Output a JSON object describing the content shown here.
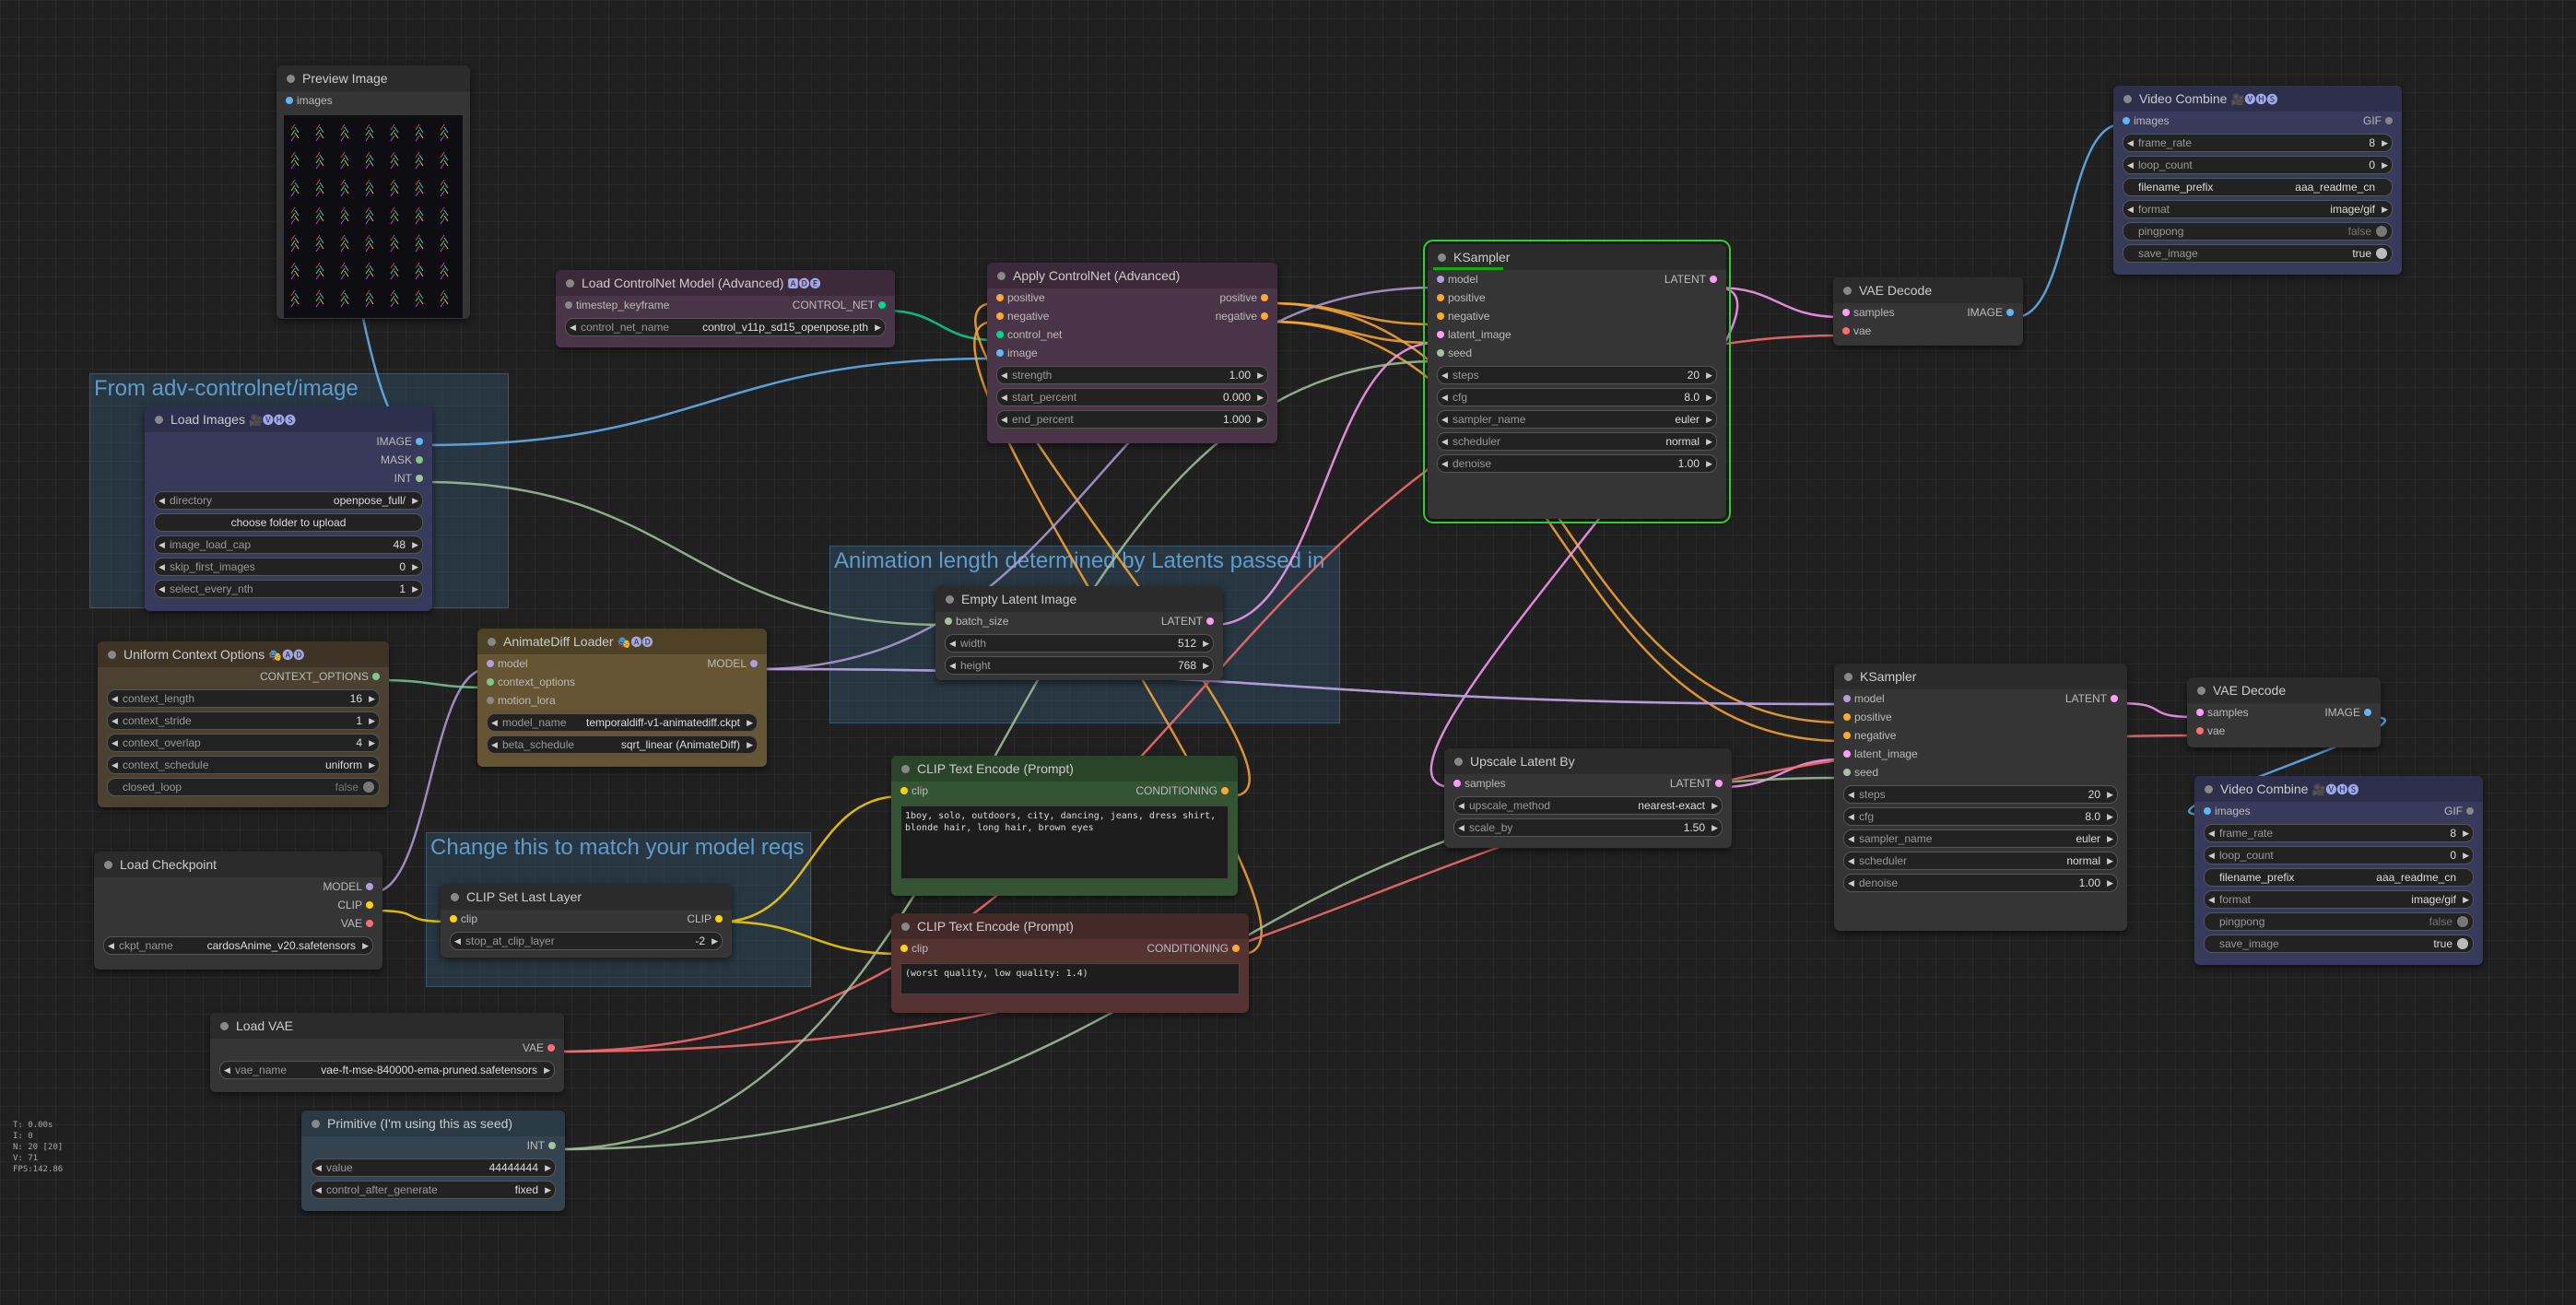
{
  "groups": [
    {
      "title": "From adv-controlnet/image"
    },
    {
      "title": "Animation length determined by Latents passed in"
    },
    {
      "title": "Change this to match your model reqs"
    }
  ],
  "nodes": {
    "preview": {
      "title": "Preview Image",
      "in": [
        "images"
      ]
    },
    "load_controlnet": {
      "title": "Load ControlNet Model (Advanced)",
      "badges": "🅰🅓🅔",
      "in": [
        "timestep_keyframe"
      ],
      "out": [
        "CONTROL_NET"
      ],
      "widgets": [
        {
          "label": "control_net_name",
          "value": "control_v11p_sd15_openpose.pth"
        }
      ]
    },
    "apply_controlnet": {
      "title": "Apply ControlNet (Advanced)",
      "in": [
        "positive",
        "negative",
        "control_net",
        "image"
      ],
      "out": [
        "positive",
        "negative"
      ],
      "widgets": [
        {
          "label": "strength",
          "value": "1.00"
        },
        {
          "label": "start_percent",
          "value": "0.000"
        },
        {
          "label": "end_percent",
          "value": "1.000"
        }
      ]
    },
    "ksampler1": {
      "title": "KSampler",
      "in": [
        "model",
        "positive",
        "negative",
        "latent_image",
        "seed"
      ],
      "out": [
        "LATENT"
      ],
      "widgets": [
        {
          "label": "steps",
          "value": "20"
        },
        {
          "label": "cfg",
          "value": "8.0"
        },
        {
          "label": "sampler_name",
          "value": "euler"
        },
        {
          "label": "scheduler",
          "value": "normal"
        },
        {
          "label": "denoise",
          "value": "1.00"
        }
      ]
    },
    "vae_decode1": {
      "title": "VAE Decode",
      "in": [
        "samples",
        "vae"
      ],
      "out": [
        "IMAGE"
      ]
    },
    "video_combine1": {
      "title": "Video Combine",
      "badges": "🎥🅥🅗🅢",
      "in": [
        "images"
      ],
      "out": [
        "GIF"
      ],
      "widgets": [
        {
          "label": "frame_rate",
          "value": "8"
        },
        {
          "label": "loop_count",
          "value": "0"
        },
        {
          "label": "filename_prefix",
          "value": "aaa_readme_cn"
        },
        {
          "label": "format",
          "value": "image/gif"
        }
      ],
      "toggles": [
        {
          "label": "pingpong",
          "value": "false"
        },
        {
          "label": "save_image",
          "value": "true"
        }
      ]
    },
    "load_images": {
      "title": "Load Images",
      "badges": "🎥🅥🅗🅢",
      "out": [
        "IMAGE",
        "MASK",
        "INT"
      ],
      "widgets": [
        {
          "label": "directory",
          "value": "openpose_full/"
        }
      ],
      "button": "choose folder to upload",
      "widgets2": [
        {
          "label": "image_load_cap",
          "value": "48"
        },
        {
          "label": "skip_first_images",
          "value": "0"
        },
        {
          "label": "select_every_nth",
          "value": "1"
        }
      ]
    },
    "uniform_context": {
      "title": "Uniform Context Options",
      "badges": "🎭🅐🅓",
      "out": [
        "CONTEXT_OPTIONS"
      ],
      "widgets": [
        {
          "label": "context_length",
          "value": "16"
        },
        {
          "label": "context_stride",
          "value": "1"
        },
        {
          "label": "context_overlap",
          "value": "4"
        },
        {
          "label": "context_schedule",
          "value": "uniform"
        }
      ],
      "toggles": [
        {
          "label": "closed_loop",
          "value": "false"
        }
      ]
    },
    "animatediff_loader": {
      "title": "AnimateDiff Loader",
      "badges": "🎭🅐🅓",
      "in": [
        "model",
        "context_options",
        "motion_lora"
      ],
      "out": [
        "MODEL"
      ],
      "widgets": [
        {
          "label": "model_name",
          "value": "temporaldiff-v1-animatediff.ckpt"
        },
        {
          "label": "beta_schedule",
          "value": "sqrt_linear (AnimateDiff)"
        }
      ]
    },
    "empty_latent": {
      "title": "Empty Latent Image",
      "in": [
        "batch_size"
      ],
      "out": [
        "LATENT"
      ],
      "widgets": [
        {
          "label": "width",
          "value": "512"
        },
        {
          "label": "height",
          "value": "768"
        }
      ]
    },
    "ksampler2": {
      "title": "KSampler",
      "in": [
        "model",
        "positive",
        "negative",
        "latent_image",
        "seed"
      ],
      "out": [
        "LATENT"
      ],
      "widgets": [
        {
          "label": "steps",
          "value": "20"
        },
        {
          "label": "cfg",
          "value": "8.0"
        },
        {
          "label": "sampler_name",
          "value": "euler"
        },
        {
          "label": "scheduler",
          "value": "normal"
        },
        {
          "label": "denoise",
          "value": "1.00"
        }
      ]
    },
    "vae_decode2": {
      "title": "VAE Decode",
      "in": [
        "samples",
        "vae"
      ],
      "out": [
        "IMAGE"
      ]
    },
    "video_combine2": {
      "title": "Video Combine",
      "badges": "🎥🅥🅗🅢",
      "in": [
        "images"
      ],
      "out": [
        "GIF"
      ],
      "widgets": [
        {
          "label": "frame_rate",
          "value": "8"
        },
        {
          "label": "loop_count",
          "value": "0"
        },
        {
          "label": "filename_prefix",
          "value": "aaa_readme_cn"
        },
        {
          "label": "format",
          "value": "image/gif"
        }
      ],
      "toggles": [
        {
          "label": "pingpong",
          "value": "false"
        },
        {
          "label": "save_image",
          "value": "true"
        }
      ]
    },
    "upscale_latent": {
      "title": "Upscale Latent By",
      "in": [
        "samples"
      ],
      "out": [
        "LATENT"
      ],
      "widgets": [
        {
          "label": "upscale_method",
          "value": "nearest-exact"
        },
        {
          "label": "scale_by",
          "value": "1.50"
        }
      ]
    },
    "clip_pos": {
      "title": "CLIP Text Encode (Prompt)",
      "in": [
        "clip"
      ],
      "out": [
        "CONDITIONING"
      ],
      "text": "1boy, solo, outdoors, city, dancing, jeans, dress shirt, blonde hair, long hair, brown eyes"
    },
    "clip_neg": {
      "title": "CLIP Text Encode (Prompt)",
      "in": [
        "clip"
      ],
      "out": [
        "CONDITIONING"
      ],
      "text": "(worst quality, low quality: 1.4)"
    },
    "load_checkpoint": {
      "title": "Load Checkpoint",
      "out": [
        "MODEL",
        "CLIP",
        "VAE"
      ],
      "widgets": [
        {
          "label": "ckpt_name",
          "value": "cardosAnime_v20.safetensors"
        }
      ]
    },
    "clip_set_last": {
      "title": "CLIP Set Last Layer",
      "in": [
        "clip"
      ],
      "out": [
        "CLIP"
      ],
      "widgets": [
        {
          "label": "stop_at_clip_layer",
          "value": "-2"
        }
      ]
    },
    "load_vae": {
      "title": "Load VAE",
      "out": [
        "VAE"
      ],
      "widgets": [
        {
          "label": "vae_name",
          "value": "vae-ft-mse-840000-ema-pruned.safetensors"
        }
      ]
    },
    "primitive": {
      "title": "Primitive (I'm using this as seed)",
      "out": [
        "INT"
      ],
      "widgets": [
        {
          "label": "value",
          "value": "44444444"
        },
        {
          "label": "control_after_generate",
          "value": "fixed"
        }
      ]
    }
  },
  "stats": [
    "T: 0.00s",
    "I: 0",
    "N: 20 [20]",
    "V: 71",
    "FPS:142.86"
  ],
  "colors": {
    "model": "#b39ddb",
    "clip": "#ffd500",
    "vae": "#ff6e6e",
    "latent": "#ff9cf9",
    "image": "#64b5f6",
    "conditioning": "#ffa931",
    "control_net": "#00d78d",
    "int": "#a4c49c",
    "context": "#7bc98f"
  }
}
